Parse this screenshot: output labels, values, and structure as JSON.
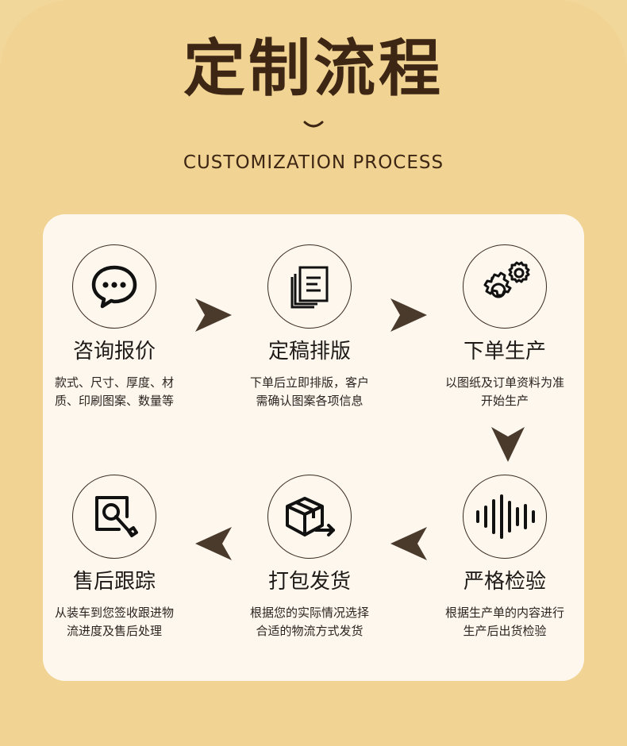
{
  "header": {
    "title": "定制流程",
    "subtitle": "CUSTOMIZATION PROCESS"
  },
  "steps": [
    {
      "title": "咨询报价",
      "desc": "款式、尺寸、厚度、材质、印刷图案、数量等",
      "icon": "chat-bubble-icon"
    },
    {
      "title": "定稿排版",
      "desc": "下单后立即排版，客户需确认图案各项信息",
      "icon": "documents-icon"
    },
    {
      "title": "下单生产",
      "desc": "以图纸及订单资料为准开始生产",
      "icon": "gears-icon"
    },
    {
      "title": "严格检验",
      "desc": "根据生产单的内容进行生产后出货检验",
      "icon": "soundwave-icon"
    },
    {
      "title": "打包发货",
      "desc": "根据您的实际情况选择合适的物流方式发货",
      "icon": "package-shipping-icon"
    },
    {
      "title": "售后跟踪",
      "desc": "从装车到您签收跟进物流进度及售后处理",
      "icon": "wrench-service-icon"
    }
  ],
  "colors": {
    "background": "#f1d393",
    "card": "#fdf7ee",
    "title": "#3d2613",
    "arrow": "#4a3a2c"
  }
}
